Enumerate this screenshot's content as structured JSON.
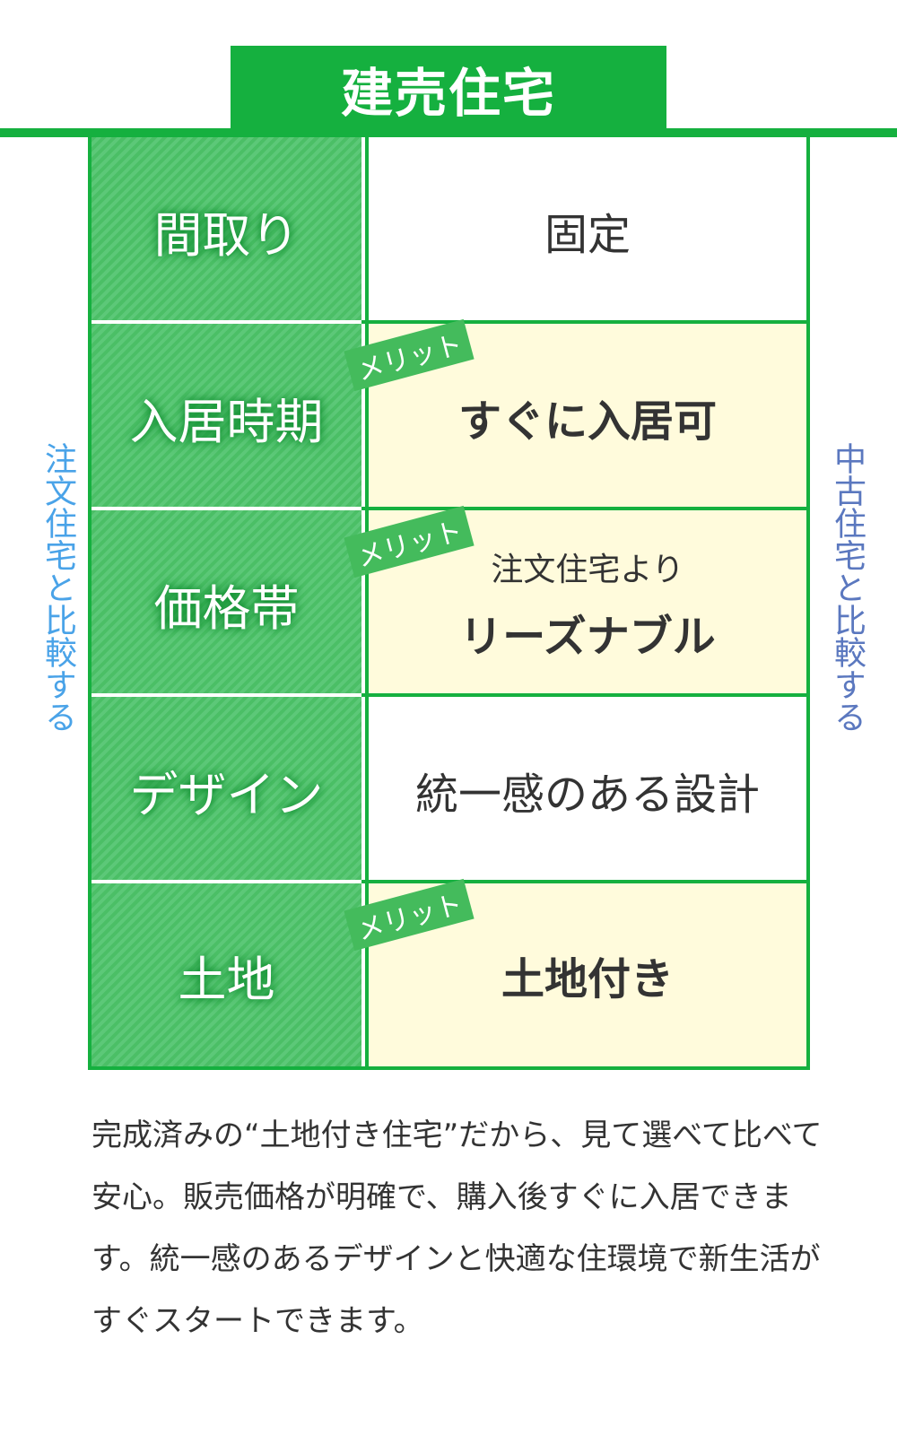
{
  "header": {
    "title": "建売住宅"
  },
  "side_labels": {
    "left": "注文住宅と比較する",
    "right": "中古住宅と比較する"
  },
  "badge_label": "メリット",
  "rows": [
    {
      "label": "間取り",
      "value": "固定",
      "merit": false
    },
    {
      "label": "入居時期",
      "value": "すぐに入居可",
      "merit": true
    },
    {
      "label": "価格帯",
      "sub": "注文住宅より",
      "value": "リーズナブル",
      "merit": true
    },
    {
      "label": "デザイン",
      "value": "統一感のある設計",
      "merit": false
    },
    {
      "label": "土地",
      "value": "土地付き",
      "merit": true
    }
  ],
  "description": "完成済みの“土地付き住宅”だから、見て選べて比べて安心。販売価格が明確で、購入後すぐに入居できます。統一感のあるデザインと快適な住環境で新生活がすぐスタートできます。",
  "colors": {
    "green": "#15b03f",
    "yellow": "#fffbdc",
    "left_side": "#4aa3e8",
    "right_side": "#5b78bf"
  }
}
